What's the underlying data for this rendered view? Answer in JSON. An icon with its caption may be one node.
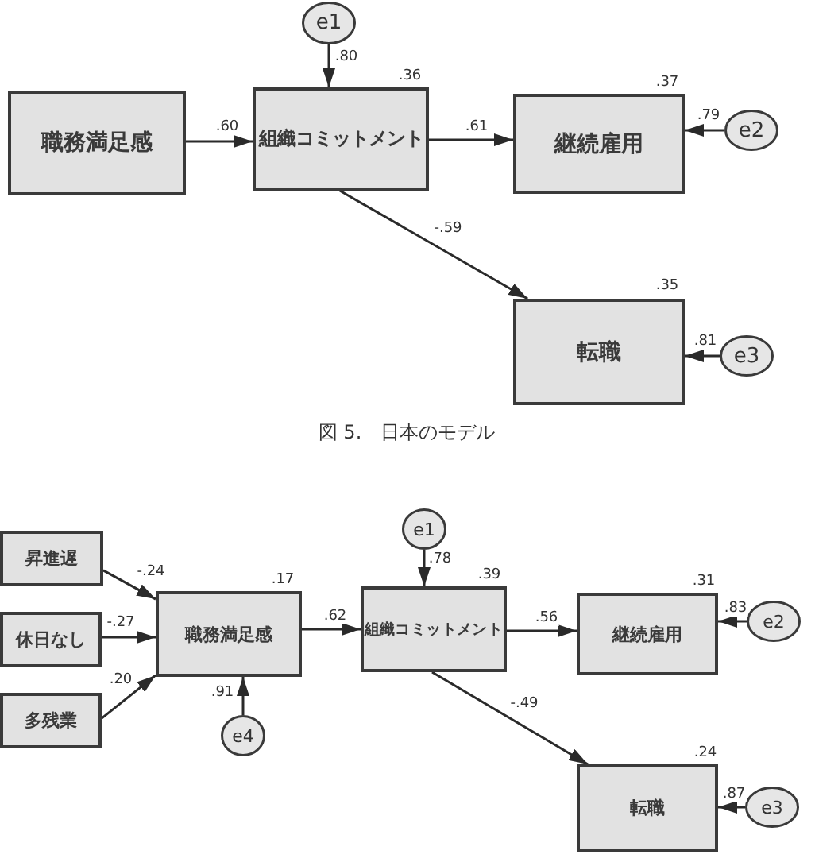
{
  "diagram": {
    "caption": "図 5.　日本のモデル",
    "nodes": [
      {
        "text": [
          "e1"
        ]
      },
      {
        "text": [
          "職務満足感"
        ]
      },
      {
        "text": [
          "組織コミットメント"
        ],
        "beside": [
          ".36"
        ]
      },
      {
        "text": [
          "継続雇用"
        ],
        "beside": [
          ".37"
        ]
      },
      {
        "text": [
          "e2"
        ]
      },
      {
        "text": [
          "転職"
        ],
        "beside": [
          ".35"
        ]
      },
      {
        "text": [
          "e3"
        ]
      },
      {
        "text": [
          "e1"
        ]
      },
      {
        "text": [
          "昇進遅"
        ]
      },
      {
        "text": [
          "休日なし"
        ]
      },
      {
        "text": [
          "多残業"
        ]
      },
      {
        "text": [
          "職務満足感"
        ],
        "beside": [
          ".17"
        ]
      },
      {
        "text": [
          "組織コミットメント"
        ],
        "beside": [
          ".39"
        ]
      },
      {
        "text": [
          "継続雇用"
        ],
        "beside": [
          ".31"
        ]
      },
      {
        "text": [
          "e2"
        ]
      },
      {
        "text": [
          "e4"
        ]
      },
      {
        "text": [
          "転職"
        ],
        "beside": [
          ".24"
        ]
      },
      {
        "text": [
          "e3"
        ]
      }
    ],
    "edges": [
      {
        "from": 0,
        "to": 2,
        "arrow": "to",
        "label": ".80"
      },
      {
        "from": 1,
        "to": 2,
        "arrow": "to",
        "label": ".60"
      },
      {
        "from": 2,
        "to": 3,
        "arrow": "to",
        "label": ".61"
      },
      {
        "from": 4,
        "to": 3,
        "arrow": "to",
        "label": ".79"
      },
      {
        "from": 2,
        "to": 5,
        "arrow": "to",
        "label": "-.59"
      },
      {
        "from": 6,
        "to": 5,
        "arrow": "to",
        "label": ".81"
      },
      {
        "from": 8,
        "to": 11,
        "arrow": "to",
        "label": "-.24"
      },
      {
        "from": 9,
        "to": 11,
        "arrow": "to",
        "label": "-.27"
      },
      {
        "from": 10,
        "to": 11,
        "arrow": "to",
        "label": ".20"
      },
      {
        "from": 15,
        "to": 11,
        "arrow": "to",
        "label": ".91"
      },
      {
        "from": 11,
        "to": 12,
        "arrow": "to",
        "label": ".62"
      },
      {
        "from": 7,
        "to": 12,
        "arrow": "to",
        "label": ".78"
      },
      {
        "from": 12,
        "to": 13,
        "arrow": "to",
        "label": ".56"
      },
      {
        "from": 14,
        "to": 13,
        "arrow": "to",
        "label": ".83"
      },
      {
        "from": 12,
        "to": 16,
        "arrow": "to",
        "label": "-.49"
      },
      {
        "from": 17,
        "to": 16,
        "arrow": "to",
        "label": ".87"
      }
    ]
  }
}
